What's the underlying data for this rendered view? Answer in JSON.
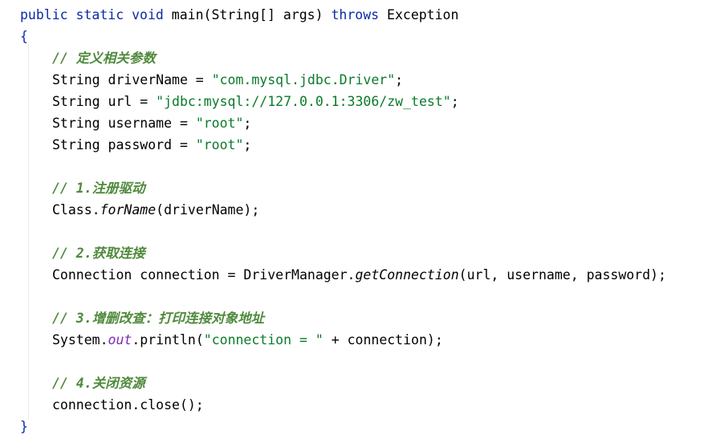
{
  "code": {
    "signature": {
      "kw_public": "public",
      "kw_static": "static",
      "kw_void": "void",
      "method": "main(String[] args)",
      "kw_throws": "throws",
      "exception": "Exception"
    },
    "open_brace": "{",
    "close_brace": "}",
    "comment_params": "// 定义相关参数",
    "driver_decl": "String driverName = ",
    "driver_value": "\"com.mysql.jdbc.Driver\"",
    "url_decl": "String url = ",
    "url_value": "\"jdbc:mysql://127.0.0.1:3306/zw_test\"",
    "username_decl": "String username = ",
    "username_value": "\"root\"",
    "password_decl": "String password = ",
    "password_value": "\"root\"",
    "semicolon": ";",
    "comment_register": "// 1.注册驱动",
    "class_prefix": "Class.",
    "forname": "forName",
    "forname_args": "(driverName);",
    "comment_connect": "// 2.获取连接",
    "conn_prefix": "Connection connection = DriverManager.",
    "get_connection": "getConnection",
    "conn_args": "(url, username, password);",
    "comment_crud": "// 3.增删改查：打印连接对象地址",
    "system_prefix": "System.",
    "out_field": "out",
    "println_open": ".println(",
    "println_string": "\"connection = \"",
    "println_rest": " + connection);",
    "comment_close": "// 4.关闭资源",
    "close_call": "connection.close();"
  }
}
